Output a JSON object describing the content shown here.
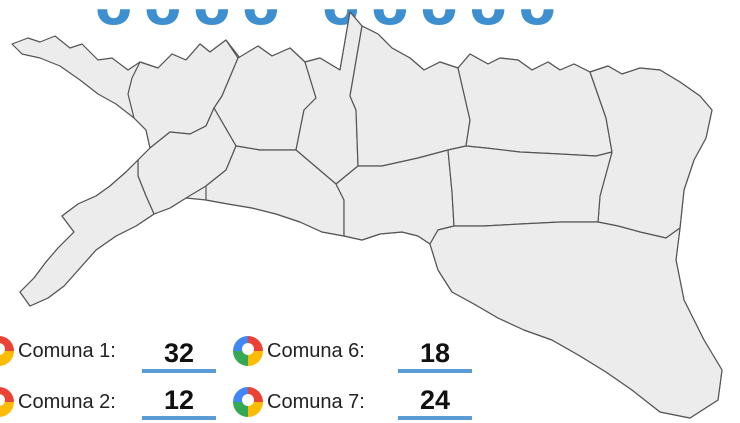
{
  "legend": {
    "items": [
      {
        "label": "Comuna 1:",
        "value": "32"
      },
      {
        "label": "Comuna 6:",
        "value": "18"
      },
      {
        "label": "Comuna 2:",
        "value": "12"
      },
      {
        "label": "Comuna 7:",
        "value": "24"
      }
    ]
  },
  "colors": {
    "district_fill": "#ececec",
    "district_border": "#555555",
    "value_underline": "#5b9bd5",
    "title_fragment": "#3e8fcf"
  },
  "icons": [
    "map-pin-icon"
  ]
}
